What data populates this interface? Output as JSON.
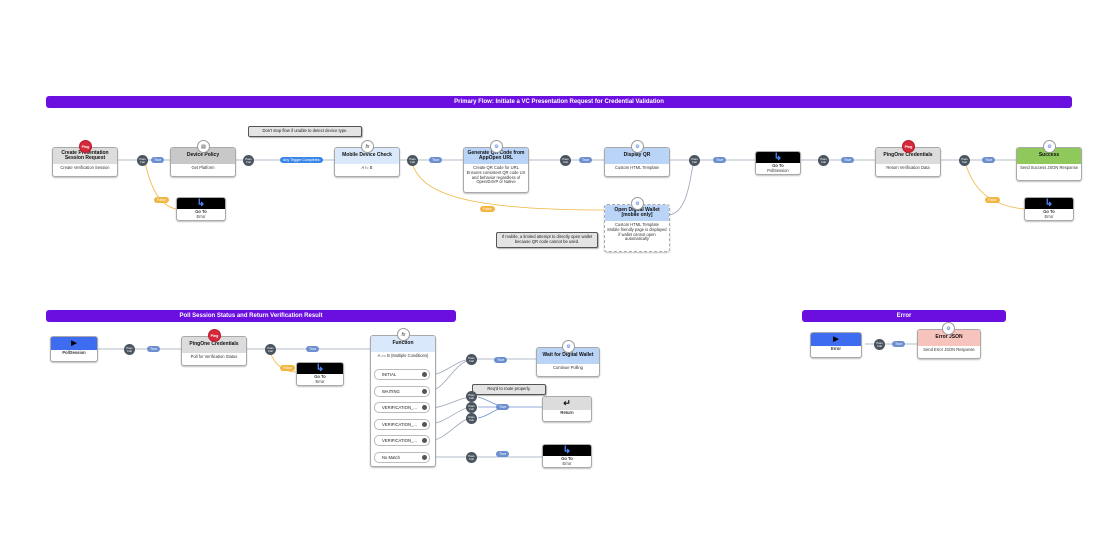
{
  "banners": {
    "primary": "Primary Flow:  Initiate a VC Presentation Request for Credential Validation",
    "poll": "Poll Session Status and Return Verification Result",
    "error": "Error"
  },
  "nodes": {
    "create_request": {
      "title": "Create Presentation Session Request",
      "body": "Create Verification Session",
      "badge": "Ping"
    },
    "device_policy": {
      "title": "Device Policy",
      "body": "Get Platform"
    },
    "mobile_check": {
      "title": "Mobile Device Check",
      "body": "A != B",
      "badge": "fx"
    },
    "generate_qr": {
      "title": "Generate QR Code from AppOpen URL",
      "body": "Create QR Code for URL\nEnsures consistent QR code UX and behavior regardless of OpenID4VP or Native"
    },
    "display_qr": {
      "title": "Display QR",
      "body": "Custom HTML Template"
    },
    "goto_pollsession": {
      "title": "Go To",
      "body": "PollSession"
    },
    "pingone_credentials_top": {
      "title": "PingOne Credentials",
      "body": "Return Verification Data",
      "badge": "Ping"
    },
    "success": {
      "title": "Success",
      "body": "Send Success JSON Response"
    },
    "goto_error_1": {
      "title": "Go To",
      "body": "Error"
    },
    "goto_error_2": {
      "title": "Go To",
      "body": "Error"
    },
    "open_wallet": {
      "title": "Open Digital Wallet [mobile only]",
      "body": "Custom HTML Template\nMobile friendly page is displayed if wallet cannot open automatically"
    },
    "poll_session": {
      "title": "PollSession"
    },
    "pingone_credentials_poll": {
      "title": "PingOne Credentials",
      "body": "Poll for Verification Status",
      "badge": "Ping"
    },
    "goto_error_3": {
      "title": "Go To",
      "body": "Error"
    },
    "function": {
      "title": "Function",
      "body": "A == B (Multiple Conditions)",
      "badge": "fx"
    },
    "wait_wallet": {
      "title": "Wait for Digital Wallet",
      "body": "Continue Polling"
    },
    "return": {
      "title": "Return"
    },
    "goto_error_4": {
      "title": "Go To",
      "body": "Error"
    },
    "error_start": {
      "title": "Error"
    },
    "error_json": {
      "title": "Error JSON",
      "body": "Send Error JSON Response"
    }
  },
  "function_options": [
    "INITIAL",
    "WAITING",
    "VERIFICATION_...",
    "VERIFICATION_...",
    "VERIFICATION_...",
    "No Match"
  ],
  "notes": {
    "device_type": "Don't stop flow if unable to detect device type.",
    "mobile_wallet": "If mobile, a limited attempt to directly open wallet because QR code cannot be used.",
    "route": "Req'd to route properly."
  },
  "labels": {
    "true": "True",
    "false": "False",
    "any_trigger": "Any Trigger Completes",
    "gear": "Pass Fail"
  },
  "colors": {
    "banner": "#6a0fe0",
    "true_pill": "#6b8fcf",
    "false_pill": "#f2b541",
    "true_line": "#6b8fcf",
    "false_line": "#f2b541",
    "success": "#8fc85b",
    "error": "#f6c3bd",
    "ping": "#d6283b"
  },
  "icons": {
    "goto": "return-arrow-icon",
    "play": "play-icon",
    "return": "enter-icon",
    "gear": "gear-icon",
    "function": "function-icon",
    "ping": "ping-logo"
  }
}
